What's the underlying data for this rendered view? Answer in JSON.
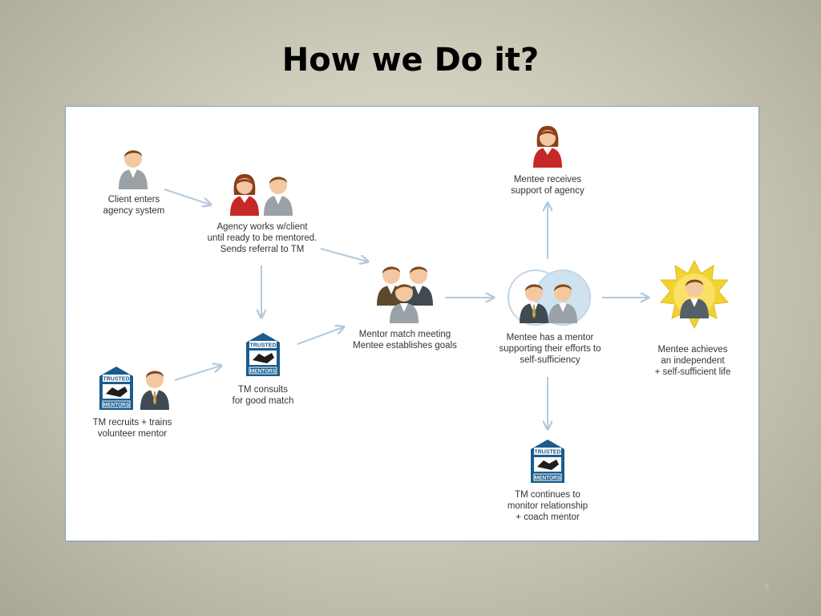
{
  "slide": {
    "title": "How we Do it?",
    "footer_mark": ".",
    "page_number": "3"
  },
  "badge": {
    "top": "TRUSTED",
    "bottom": "MENTORS"
  },
  "nodes": {
    "client": [
      "Client enters",
      "agency system"
    ],
    "agency": [
      "Agency works w/client",
      "until ready to be mentored.",
      "Sends referral to TM"
    ],
    "recruit": [
      "TM recruits + trains",
      "volunteer mentor"
    ],
    "consult": [
      "TM consults",
      "for good match"
    ],
    "meeting": [
      "Mentor match meeting",
      "Mentee establishes goals"
    ],
    "mentor": [
      "Mentee has a mentor",
      "supporting their efforts to",
      "self-sufficiency"
    ],
    "support": [
      "Mentee receives",
      "support of agency"
    ],
    "monitor": [
      "TM continues to",
      "monitor relationship",
      "+ coach mentor"
    ],
    "achieve": [
      "Mentee achieves",
      "an independent",
      "+ self-sufficient life"
    ]
  },
  "colors": {
    "arrow": "#b4c9dc",
    "badge_blue": "#1a5c8e",
    "star": "#f1d230",
    "female_top": "#c62828",
    "male_suit": "#556068"
  }
}
